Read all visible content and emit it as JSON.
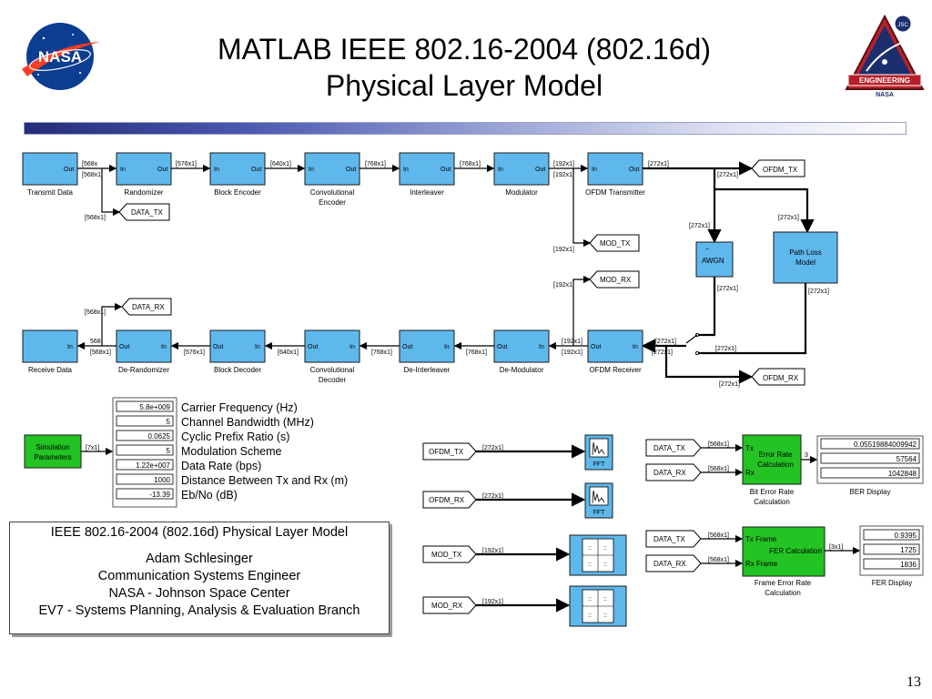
{
  "title": {
    "line1": "MATLAB IEEE 802.16-2004 (802.16d)",
    "line2": "Physical Layer Model"
  },
  "logos": {
    "left_text": "NASA",
    "right_top": "JSC",
    "right_band": "ENGINEERING",
    "right_bottom": "NASA"
  },
  "ports": {
    "in": "In",
    "out": "Out"
  },
  "blocks": {
    "transmit_data": "Transmit Data",
    "randomizer": "Randomizer",
    "block_encoder": "Block Encoder",
    "conv_encoder_1": "Convolutional",
    "conv_encoder_2": "Encoder",
    "interleaver": "Interleaver",
    "modulator": "Modulator",
    "ofdm_transmitter": "OFDM Transmitter",
    "receive_data": "Receive Data",
    "de_randomizer": "De-Randomizer",
    "block_decoder": "Block Decoder",
    "conv_decoder_1": "Convolutional",
    "conv_decoder_2": "Decoder",
    "de_interleaver": "De-Interleaver",
    "de_modulator": "De-Modulator",
    "ofdm_receiver": "OFDM Receiver",
    "awgn": "AWGN",
    "path_loss_1": "Path Loss",
    "path_loss_2": "Model",
    "sim_params_1": "Simulation",
    "sim_params_2": "Parameters",
    "ber_calc_1": "Bit Error Rate",
    "ber_calc_2": "Calculation",
    "ber_inner_1": "Error Rate",
    "ber_inner_2": "Calculation",
    "fer_calc_1": "Frame Error Rate",
    "fer_calc_2": "Calculation",
    "fer_inner": "FER Calculation",
    "ber_display": "BER Display",
    "fer_display": "FER Display",
    "fft": "FFT",
    "tx": "Tx",
    "rx": "Rx",
    "tx_frame": "Tx Frame",
    "rx_frame": "Rx Frame"
  },
  "tags": {
    "data_tx": "DATA_TX",
    "data_rx": "DATA_RX",
    "ofdm_tx": "OFDM_TX",
    "ofdm_rx": "OFDM_RX",
    "mod_tx": "MOD_TX",
    "mod_rx": "MOD_RX"
  },
  "dims": {
    "d568": "[568x1]",
    "d568a": "[568x",
    "d568b": "568",
    "d576": "[576x1]",
    "d640": "[640x1]",
    "d768": "[768x1]",
    "d192": "[192x1]",
    "d272": "[272x1]",
    "d7": "[7x1]",
    "d3": "[3x1]",
    "three": "3"
  },
  "params": {
    "values": [
      "5.8e+009",
      "5",
      "0.0625",
      "5",
      "1.22e+007",
      "1000",
      "-13.39"
    ],
    "labels": [
      "Carrier Frequency (Hz)",
      "Channel Bandwidth (MHz)",
      "Cyclic Prefix Ratio (s)",
      "Modulation Scheme",
      "Data Rate (bps)",
      "Distance Between Tx and Rx (m)",
      "Eb/No (dB)"
    ]
  },
  "ber_values": [
    "0.05519884009942",
    "57564",
    "1042848"
  ],
  "fer_values": [
    "0.9395",
    "1725",
    "1836"
  ],
  "credit": {
    "line1": "IEEE 802.16-2004 (802.16d) Physical Layer Model",
    "line2": "Adam Schlesinger",
    "line3": "Communication Systems Engineer",
    "line4": "NASA - Johnson Space Center",
    "line5": "EV7 - Systems Planning, Analysis & Evaluation Branch"
  },
  "page_number": "13",
  "colors": {
    "block_blue": "#5fb8ec",
    "block_green": "#22c322",
    "nasa_blue": "#0b3d91",
    "nasa_red": "#fc3d21"
  }
}
